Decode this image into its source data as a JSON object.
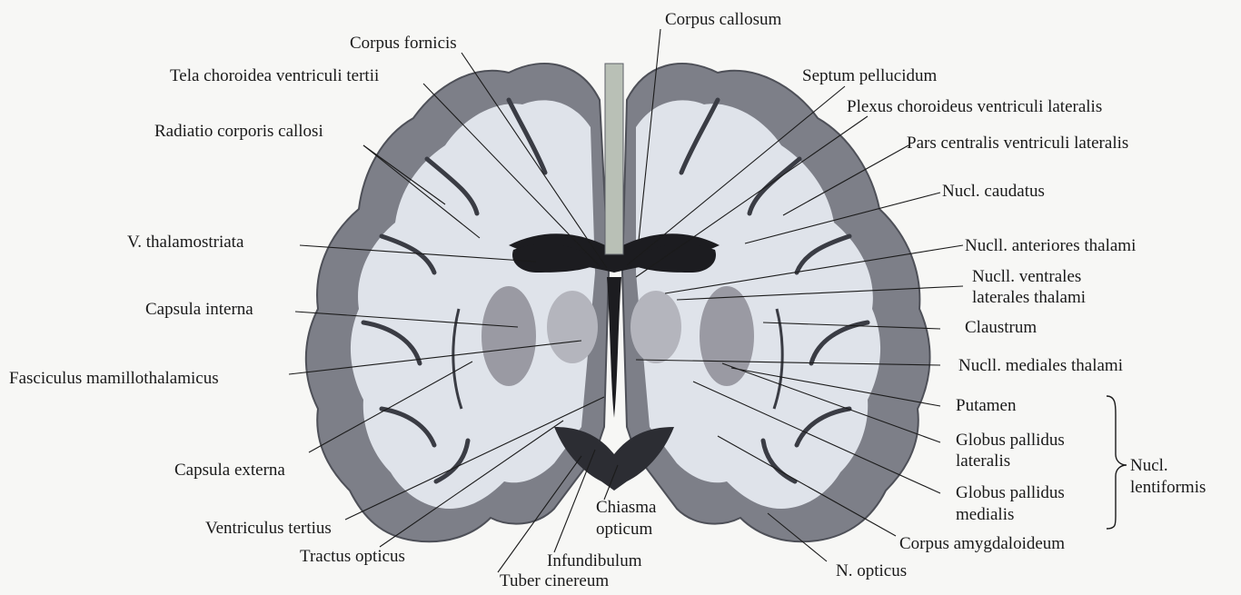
{
  "labels": {
    "corpus_callosum": "Corpus callosum",
    "corpus_fornicis": "Corpus fornicis",
    "tela_choroidea": "Tela choroidea ventriculi tertii",
    "septum_pellucidum": "Septum pellucidum",
    "plexus_choroideus": "Plexus choroideus ventriculi lateralis",
    "radiatio": "Radiatio corporis callosi",
    "pars_centralis": "Pars centralis ventriculi lateralis",
    "nucl_caudatus": "Nucl. caudatus",
    "v_thalamostriata": "V. thalamostriata",
    "nucll_anteriores": "Nucll. anteriores thalami",
    "nucll_ventrales_1": "Nucll. ventrales",
    "nucll_ventrales_2": "laterales thalami",
    "capsula_interna": "Capsula interna",
    "claustrum": "Claustrum",
    "fasciculus": "Fasciculus mamillothalamicus",
    "nucll_mediales": "Nucll. mediales thalami",
    "putamen": "Putamen",
    "gp_lateralis_1": "Globus pallidus",
    "gp_lateralis_2": "lateralis",
    "nucl_lentiformis_1": "Nucl.",
    "nucl_lentiformis_2": "lentiformis",
    "gp_medialis_1": "Globus pallidus",
    "gp_medialis_2": "medialis",
    "capsula_externa": "Capsula externa",
    "chiasma_1": "Chiasma",
    "chiasma_2": "opticum",
    "ventriculus_tertius": "Ventriculus tertius",
    "corpus_amygdaloideum": "Corpus amygdaloideum",
    "tractus_opticus": "Tractus opticus",
    "infundibulum": "Infundibulum",
    "n_opticus": "N. opticus",
    "tuber_cinereum": "Tuber cinereum"
  },
  "colors": {
    "cortex": "#7d7f88",
    "cortex_dark": "#5d5f68",
    "white_matter": "#dfe3ea",
    "ventricle": "#1c1c20",
    "nuclei": "#9a9aa3",
    "callosum": "#b9c0b6"
  }
}
